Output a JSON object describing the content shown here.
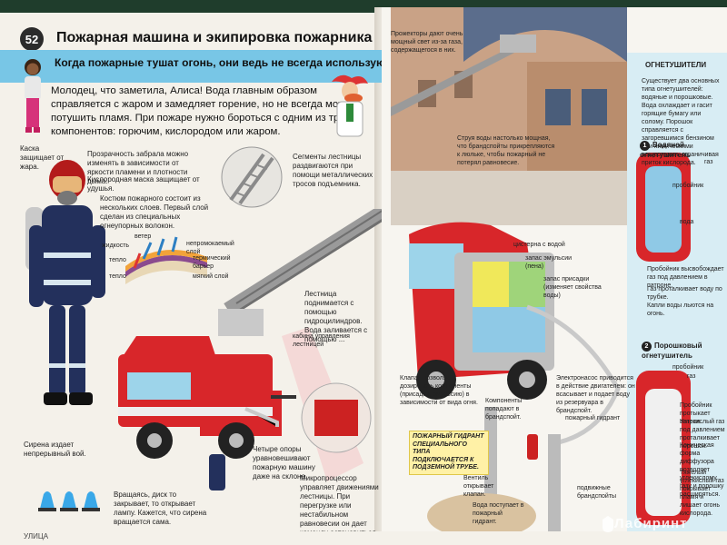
{
  "page": {
    "number": "52",
    "title": "Пожарная машина и экипировка пожарника",
    "section_footer": "УЛИЦА"
  },
  "question": {
    "text": "Когда пожарные тушат огонь, они ведь не всегда используют воду?",
    "answer": "Молодец, что заметила, Алиса! Вода главным образом справляется с жаром и замедляет горение, но не всегда может потушить пламя. При пожаре нужно бороться с одним из трех компонентов: горючим, кислородом или жаром."
  },
  "captions_left": {
    "helmet": "Каска защищает от жара.",
    "visor": "Прозрачность забрала можно изменять в зависимости от яркости пламени и плотности дыма.",
    "mask": "Кислородная маска защищает от удушья.",
    "suit": "Костюм пожарного состоит из нескольких слоев. Первый слой сделан из специальных огнеупорных волокон.",
    "layers": [
      "ветер",
      "жидкость",
      "тепло",
      "тепло",
      "непромокаемый слой",
      "термический барьер",
      "мягкий слой"
    ],
    "segments": "Сегменты лестницы раздвигаются при помощи металлических тросов подъемника.",
    "ladder": "Лестница поднимается с помощью гидроцилиндров. Вода заливается с помощью ...",
    "cabin": "кабина управления лестницей",
    "siren": "Сирена издает непрерывный вой.",
    "siren_rotate": "Вращаясь, диск то закрывает, то открывает лампу. Кажется, что сирена вращается сама.",
    "supports": "Четыре опоры уравновешивают пожарную машину даже на склоне.",
    "microprocessor": "Микропроцессор управляет движениями лестницы. При перегрузке или нестабильном равновесии он дает команду остановиться."
  },
  "captions_right": {
    "searchlights": "Прожекторы дают очень мощный свет из-за газа, содержащегося в них.",
    "jet": "Струя воды настолько мощная, что брандспойты прикрепляются к люльке, чтобы пожарный не потерял равновесие.",
    "tank": "цистерна с водой",
    "emulsion_reserve": "запас эмульсии (пена)",
    "additive_reserve": "запас присадки (изменяет свойства воды)",
    "valve": "Клапан позволяет дозировать компоненты (присадки, эмульсию) в зависимости от вида огня.",
    "components": "Компоненты попадают в брандспойт.",
    "pump": "Электронасос приводится в действие двигателем: он всасывает и подает воду из резервуара в брандспойт.",
    "hydrant_label": "пожарный гидрант",
    "underground": "ПОЖАРНЫЙ ГИДРАНТ СПЕЦИАЛЬНОГО ТИПА ПОДКЛЮЧАЕТСЯ К ПОДЗЕМНОЙ ТРУБЕ.",
    "valve_open": "Вентиль открывает клапан.",
    "water_in": "Вода поступает в пожарный гидрант.",
    "hose_connector": "подвижные брандспойты"
  },
  "sidebar": {
    "heading": "ОГНЕТУШИТЕЛИ",
    "intro": "Существует два основных типа огнетушителей: водяные и порошковые. Вода охлаждает и гасит горящие бумагу или солому. Порошок справляется с загоревшимся бензином или химическими веществами, ограничивая приток кислорода.",
    "water_title": "Водяной огнетушитель",
    "water_steps": [
      "Пробойник высвобождает газ под давлением в патроне.",
      "Газ проталкивает воду по трубке.",
      "Капли воды льются на огонь."
    ],
    "water_labels": [
      "газ",
      "пробойник",
      "вода"
    ],
    "powder_title": "Порошковый огнетушитель",
    "powder_steps": [
      "Пробойник протыкает патрон.",
      "Углекислый газ под давлением проталкивает порошок.",
      "Коническая форма диффузора позволяет углекислому газу и порошку расширяться.",
      "Тяжелый углекислый газ покрывает пламя и лишает огонь кислорода."
    ],
    "powder_labels": [
      "пробойник",
      "газ"
    ]
  },
  "watermark": "Лабиринт",
  "colors": {
    "question_band": "#78c6e6",
    "truck_red": "#d8262a",
    "sidebar_bg": "#d8edf4",
    "building": "#b98d6d"
  }
}
